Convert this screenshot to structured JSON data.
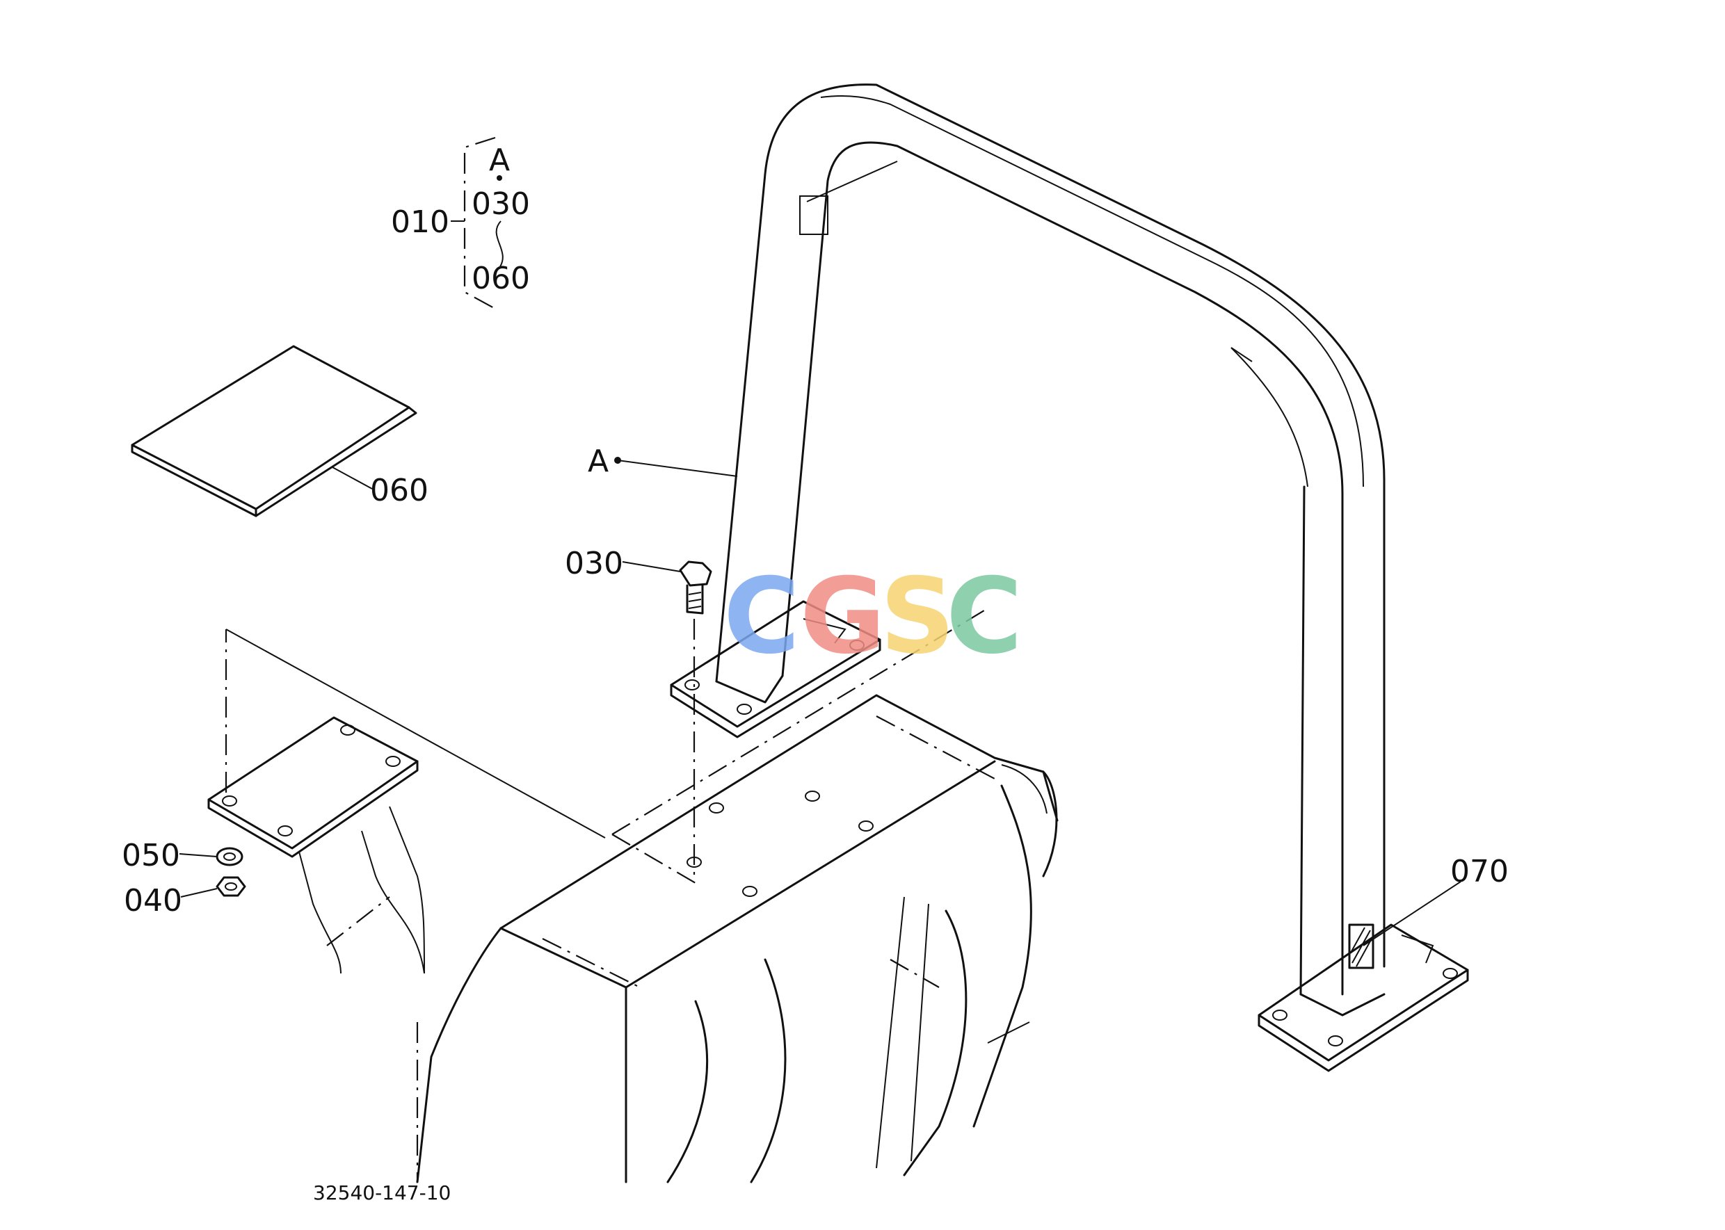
{
  "callouts": {
    "c010": "010",
    "bracket_a": "A",
    "bracket_030": "030",
    "bracket_060": "060",
    "c060": "060",
    "cA": "A",
    "c030": "030",
    "c050": "050",
    "c040": "040",
    "c070": "070"
  },
  "doc_number": "32540-147-10",
  "watermark": {
    "letters": [
      "C",
      "G",
      "S",
      "C"
    ],
    "colors": [
      "#7ba7f0",
      "#f08c84",
      "#f6d372",
      "#7cc9a1"
    ]
  }
}
